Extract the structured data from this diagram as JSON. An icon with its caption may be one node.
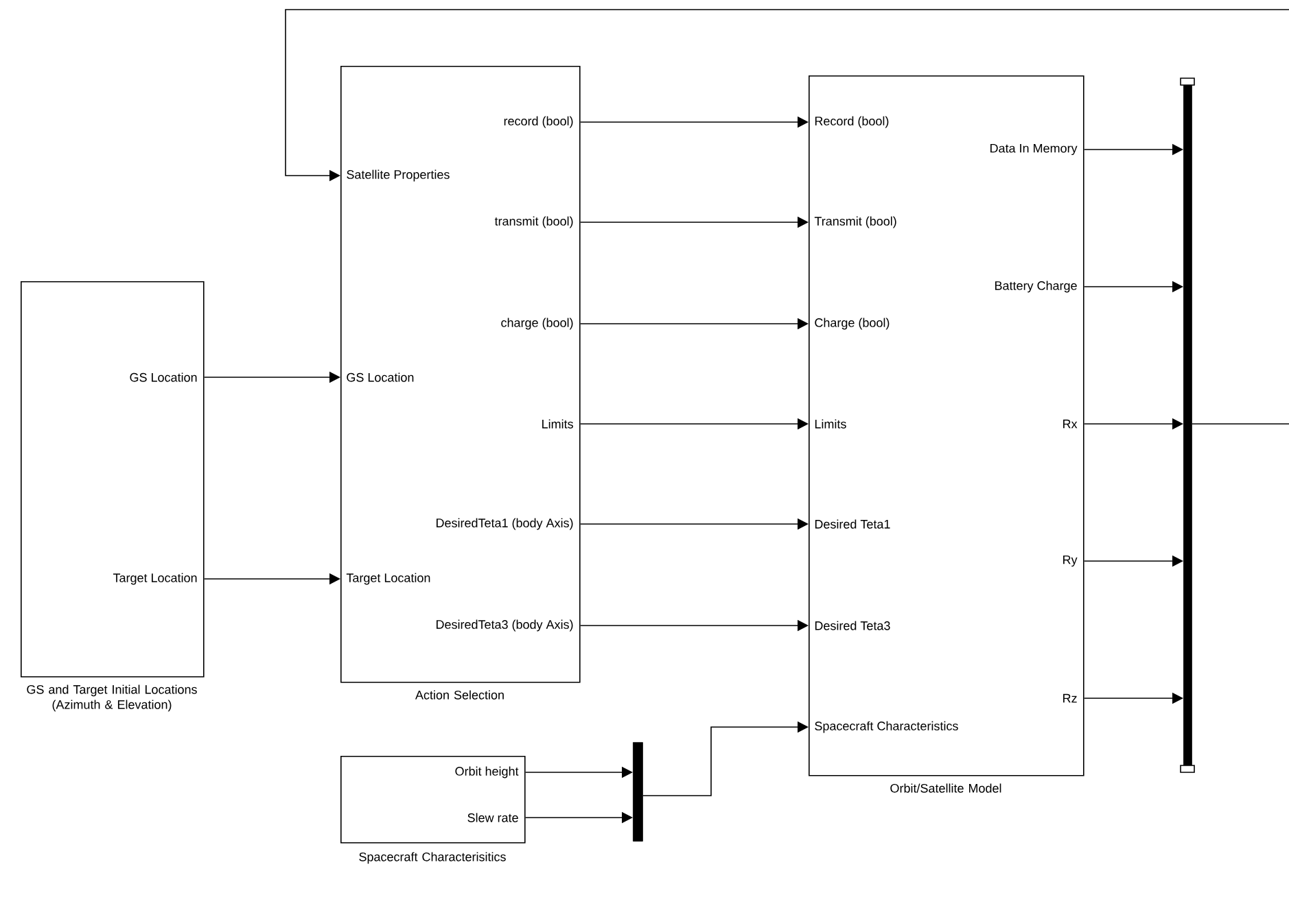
{
  "diagram": {
    "nodes": [
      {
        "text": [
          "GS Location",
          "Target Location",
          "GS and Target Initial Locations (Azimuth & Elevation)"
        ]
      },
      {
        "text": [
          "Satellite Properties",
          "GS  Location",
          "Target Location",
          "record (bool)",
          "transmit (bool)",
          "charge (bool)",
          "Limits",
          "DesiredTeta1 (body Axis)",
          "DesiredTeta3 (body Axis)",
          "Action Selection"
        ]
      },
      {
        "text": [
          "Orbit height",
          "Slew rate",
          "Spacecraft Characterisitics"
        ]
      },
      {
        "text": [],
        "shape": "bar"
      },
      {
        "text": [
          "Record (bool)",
          "Transmit (bool)",
          "Charge (bool)",
          "Limits",
          "Desired Teta1",
          "Desired Teta3",
          "Spacecraft Characteristics",
          "Data In Memory",
          "Battery Charge",
          "Rx",
          "Ry",
          "Rz",
          "Orbit/Satellite Model"
        ]
      },
      {
        "text": [],
        "shape": "bar"
      }
    ],
    "edges": [
      {
        "from": 0,
        "to": 1,
        "arrow": "to"
      },
      {
        "from": 0,
        "to": 1,
        "arrow": "to"
      },
      {
        "from": 1,
        "to": 4,
        "arrow": "to"
      },
      {
        "from": 1,
        "to": 4,
        "arrow": "to"
      },
      {
        "from": 1,
        "to": 4,
        "arrow": "to"
      },
      {
        "from": 1,
        "to": 4,
        "arrow": "to"
      },
      {
        "from": 1,
        "to": 4,
        "arrow": "to"
      },
      {
        "from": 1,
        "to": 4,
        "arrow": "to"
      },
      {
        "from": 2,
        "to": 3,
        "arrow": "to"
      },
      {
        "from": 2,
        "to": 3,
        "arrow": "to"
      },
      {
        "from": 3,
        "to": 4,
        "arrow": "to"
      },
      {
        "from": 4,
        "to": 5,
        "arrow": "to"
      },
      {
        "from": 4,
        "to": 5,
        "arrow": "to"
      },
      {
        "from": 4,
        "to": 5,
        "arrow": "to"
      },
      {
        "from": 4,
        "to": 5,
        "arrow": "to"
      },
      {
        "from": 4,
        "to": 5,
        "arrow": "to"
      },
      {
        "from": 5,
        "to": null,
        "arrow": "none"
      },
      {
        "from": null,
        "to": 1,
        "arrow": "to"
      }
    ]
  }
}
